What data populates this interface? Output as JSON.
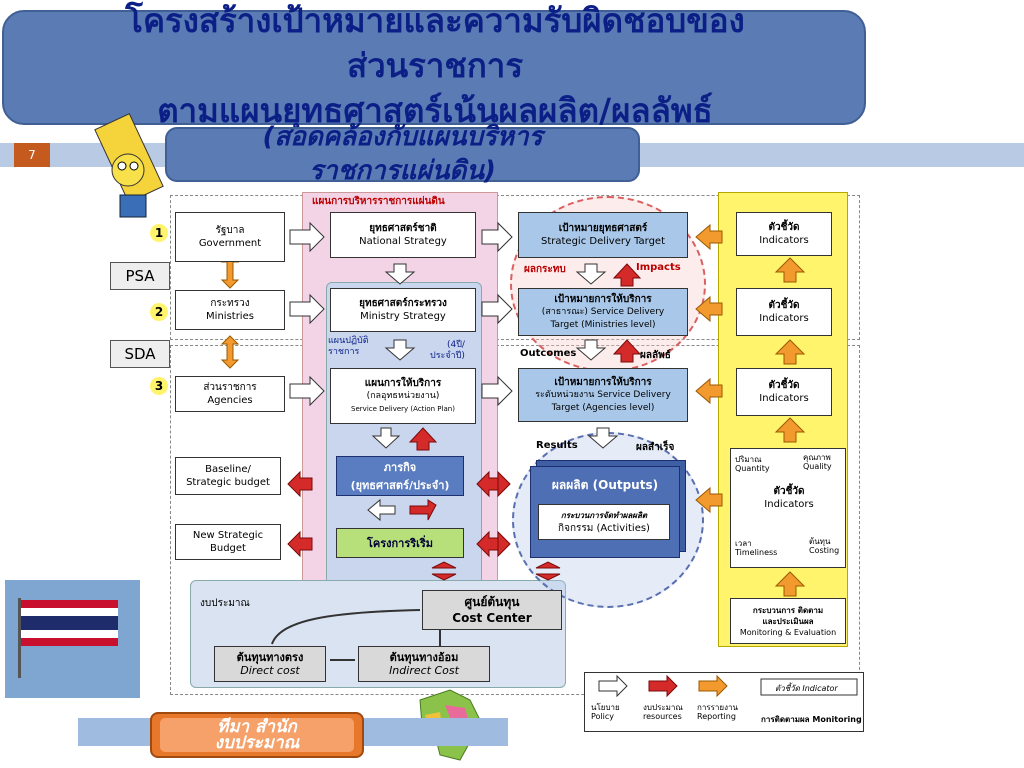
{
  "slide": {
    "number": "7",
    "title_line1": "โครงสร้างเป้าหมายและความรับผิดชอบของ",
    "title_line2": "ส่วนราชการ",
    "title_line3": "ตามแผนยุทธศาสตร์เน้นผลผลิต/ผลลัพธ์",
    "subtitle_line1": "(สอดคล้องกับแผนบริหาร",
    "subtitle_line2": "ราชการแผ่นดิน)",
    "bottom_button_line1": "ทีมา สำนัก",
    "bottom_button_line2": "งบประมาณ"
  },
  "diagram": {
    "pink_header": "แผนการบริหารราชการแผ่นดิน",
    "levels": [
      {
        "num": "1",
        "th": "รัฐบาล",
        "en": "Government"
      },
      {
        "num": "2",
        "th": "กระทรวง",
        "en": "Ministries"
      },
      {
        "num": "3",
        "th": "ส่วนราชการ",
        "en": "Agencies"
      }
    ],
    "psa": "PSA",
    "sda": "SDA",
    "strategy": [
      {
        "th": "ยุทธศาสตร์ชาติ",
        "en": "National Strategy"
      },
      {
        "th": "ยุทธศาสตร์กระทรวง",
        "en": "Ministry Strategy"
      },
      {
        "th": "แผนการให้บริการ",
        "th2": "(กลอุทธหน่วยงาน)",
        "en": "Service Delivery (Action Plan)"
      }
    ],
    "op_plan_label": "แผนปฏิบัติ",
    "op_plan_label2": "ราชการ",
    "op_plan_period": "(4ปี/",
    "op_plan_period2": "ประจำปี)",
    "targets": [
      {
        "th": "เป้าหมายยุทธศาสตร์",
        "en": "Strategic Delivery Target"
      },
      {
        "th": "เป้าหมายการให้บริการ",
        "th2": "(สาธารณะ) Service Delivery",
        "en": "Target (Ministries level)"
      },
      {
        "th": "เป้าหมายการให้บริการ",
        "th2": "ระดับหน่วยงาน Service Delivery",
        "en": "Target (Agencies level)"
      }
    ],
    "impacts_th": "ผลกระทบ",
    "impacts_en": "Impacts",
    "outcomes_en": "Outcomes",
    "outcomes_th": "ผลลัพธ์",
    "results_en": "Results",
    "results_th": "ผลสำเร็จ",
    "indicator_th": "ตัวชี้วัด",
    "indicator_en": "Indicators",
    "quantity_th": "ปริมาณ",
    "quantity_en": "Quantity",
    "quality_th": "คุณภาพ",
    "quality_en": "Quality",
    "time_th": "เวลา",
    "time_en": "Timeliness",
    "cost_th": "ต้นทุน",
    "cost_en": "Costing",
    "monitoring_th": "กระบวนการ ติดตาม",
    "monitoring_th2": "และประเมินผล",
    "monitoring_en": "Monitoring & Evaluation",
    "baseline": "Baseline/",
    "baseline2": "Strategic budget",
    "new_budget": "New Strategic",
    "new_budget2": "Budget",
    "mission_th": "ภารกิจ",
    "mission_th2": "(ยุทธศาสตร์/ประจำ)",
    "new_project": "โครงการริเริ่ม",
    "outputs": "ผลผลิต (Outputs)",
    "process_th": "กระบวนการจัดทำผลผลิต",
    "activities": "กิจกรรม (Activities)",
    "budget_area": "งบประมาณ",
    "cost_center_th": "ศูนย์ต้นทุน",
    "cost_center_en": "Cost Center",
    "direct_th": "ต้นทุนทางตรง",
    "direct_en": "Direct cost",
    "indirect_th": "ต้นทุนทางอ้อม",
    "indirect_en": "Indirect Cost",
    "legend": {
      "policy_th": "นโยบาย",
      "policy_en": "Policy",
      "resources_th": "งบประมาณ",
      "resources_en": "resources",
      "reporting_th": "การรายงาน",
      "reporting_en": "Reporting",
      "indicator": "ตัวชี้วัด Indicator",
      "monitoring": "การติดตามผล Monitoring"
    }
  },
  "colors": {
    "title_bg": "#5b7bb5",
    "title_text": "#0b1f86",
    "accent_orange": "#e7772b",
    "red_arrow": "#d42a2a",
    "orange_arrow": "#f39a2e",
    "indicator_yellow": "#fff46b",
    "target_blue": "#a9c8e9",
    "output_blue": "#4f6fb5"
  }
}
